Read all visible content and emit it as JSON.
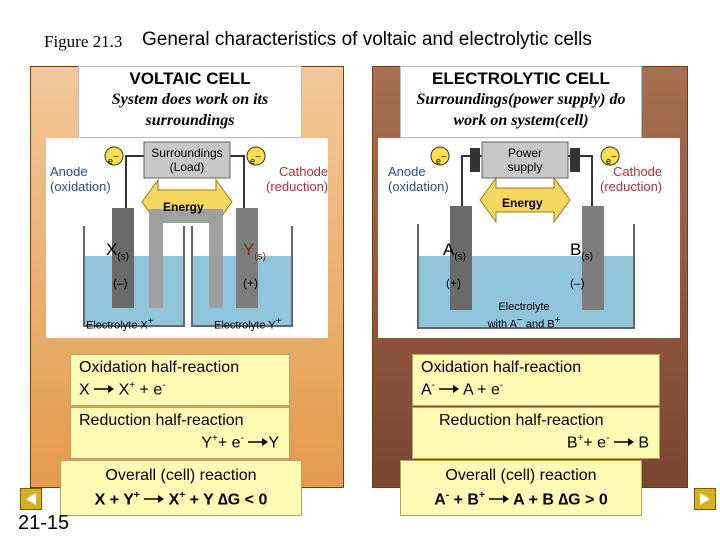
{
  "figure_label": "Figure 21.3",
  "title": "General characteristics of voltaic and electrolytic cells",
  "voltaic": {
    "heading": "VOLTAIC CELL",
    "subtitle": "System does work on its surroundings",
    "anode_label": "Anode",
    "anode_sub": "(oxidation)",
    "cathode_label": "Cathode",
    "cathode_sub": "(reduction)",
    "load_label": "Surroundings",
    "load_sub": "(Load)",
    "energy_label": "Energy",
    "electron": "e",
    "left_electrode": "X",
    "right_electrode": "Y",
    "phase": "(s)",
    "left_sign": "(–)",
    "right_sign": "(+)",
    "electrolyte_left": "Electrolyte X",
    "electrolyte_right": "Electrolyte Y",
    "ox_title": "Oxidation half-reaction",
    "ox_lhs": "X",
    "ox_rhs": "X",
    "ox_tail": "+ e",
    "red_title": "Reduction half-reaction",
    "red_lhs": "Y",
    "red_lhs_tail": "+ e",
    "red_rhs": "Y",
    "overall_title": "Overall (cell) reaction",
    "overall_lhs": "X + Y",
    "overall_rhs": "X",
    "overall_rhs_tail": "+ Y",
    "delta_g": "∆G < 0"
  },
  "electrolytic": {
    "heading": "ELECTROLYTIC CELL",
    "subtitle": "Surroundings(power supply) do work on system(cell)",
    "anode_label": "Anode",
    "anode_sub": "(oxidation)",
    "cathode_label": "Cathode",
    "cathode_sub": "(reduction)",
    "supply_label": "Power",
    "supply_sub": "supply",
    "energy_label": "Energy",
    "electron": "e",
    "left_electrode": "A",
    "right_electrode": "B",
    "phase": "(s)",
    "left_sign": "(+)",
    "right_sign": "(–)",
    "electrolyte_line1": "Electrolyte",
    "electrolyte_line2": "with A",
    "electrolyte_line2_mid": "and B",
    "ox_title": "Oxidation half-reaction",
    "ox_lhs": "A",
    "ox_rhs": "A + e",
    "red_title": "Reduction half-reaction",
    "red_lhs": "B",
    "red_lhs_tail": "+ e",
    "red_rhs": "B",
    "overall_title": "Overall (cell) reaction",
    "overall_lhs": "A",
    "overall_lhs_tail": "+ B",
    "overall_rhs": "A + B",
    "delta_g": "∆G > 0"
  },
  "slide_number": "21-15",
  "colors": {
    "panel_left": "#e49a4b",
    "panel_right": "#7a4630",
    "reaction_box": "#fffbb5",
    "electrolyte": "#8fc4dc"
  }
}
